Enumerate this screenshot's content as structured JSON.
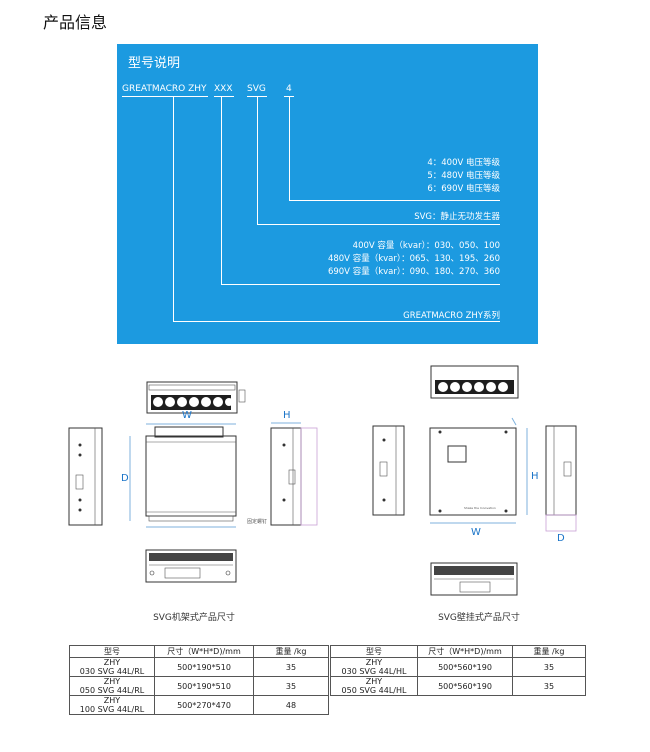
{
  "page": {
    "heading": "产品信息"
  },
  "model_panel": {
    "title": "型号说明",
    "code_parts": [
      "GREATMACRO ZHY",
      "XXX",
      "SVG",
      "4"
    ],
    "voltage_levels": [
      "4：400V 电压等级",
      "5：480V 电压等级",
      "6：690V 电压等级"
    ],
    "svg_meaning": "SVG：静止无功发生器",
    "capacities": [
      "400V 容量（kvar）：030、050、100",
      "480V 容量（kvar）：065、130、195、260",
      "690V 容量（kvar）：090、180、270、360"
    ],
    "series": "GREATMACRO ZHY系列",
    "colors": {
      "panel_bg": "#1c9ae0",
      "text": "#ffffff"
    }
  },
  "drawings": {
    "rack": {
      "caption": "SVG机架式产品尺寸",
      "dim_labels": {
        "w": "W",
        "h": "H",
        "d": "D"
      },
      "note": "固定螺钉"
    },
    "wall": {
      "caption": "SVG壁挂式产品尺寸",
      "dim_labels": {
        "w": "W",
        "h": "H",
        "d": "D"
      },
      "note": "Shake the Innovation"
    },
    "dim_color": "#1a74c8"
  },
  "tables": {
    "rack": {
      "headers": [
        "型号",
        "尺寸（W*H*D)/mm",
        "重量 /kg"
      ],
      "rows": [
        {
          "model_line1": "ZHY",
          "model_line2": "030 SVG 44L/RL",
          "size": "500*190*510",
          "weight": "35"
        },
        {
          "model_line1": "ZHY",
          "model_line2": "050 SVG 44L/RL",
          "size": "500*190*510",
          "weight": "35"
        },
        {
          "model_line1": "ZHY",
          "model_line2": "100 SVG 44L/RL",
          "size": "500*270*470",
          "weight": "48"
        }
      ]
    },
    "wall": {
      "headers": [
        "型号",
        "尺寸（W*H*D)/mm",
        "重量 /kg"
      ],
      "rows": [
        {
          "model_line1": "ZHY",
          "model_line2": "030 SVG 44L/HL",
          "size": "500*560*190",
          "weight": "35"
        },
        {
          "model_line1": "ZHY",
          "model_line2": "050 SVG 44L/HL",
          "size": "500*560*190",
          "weight": "35"
        }
      ]
    }
  }
}
